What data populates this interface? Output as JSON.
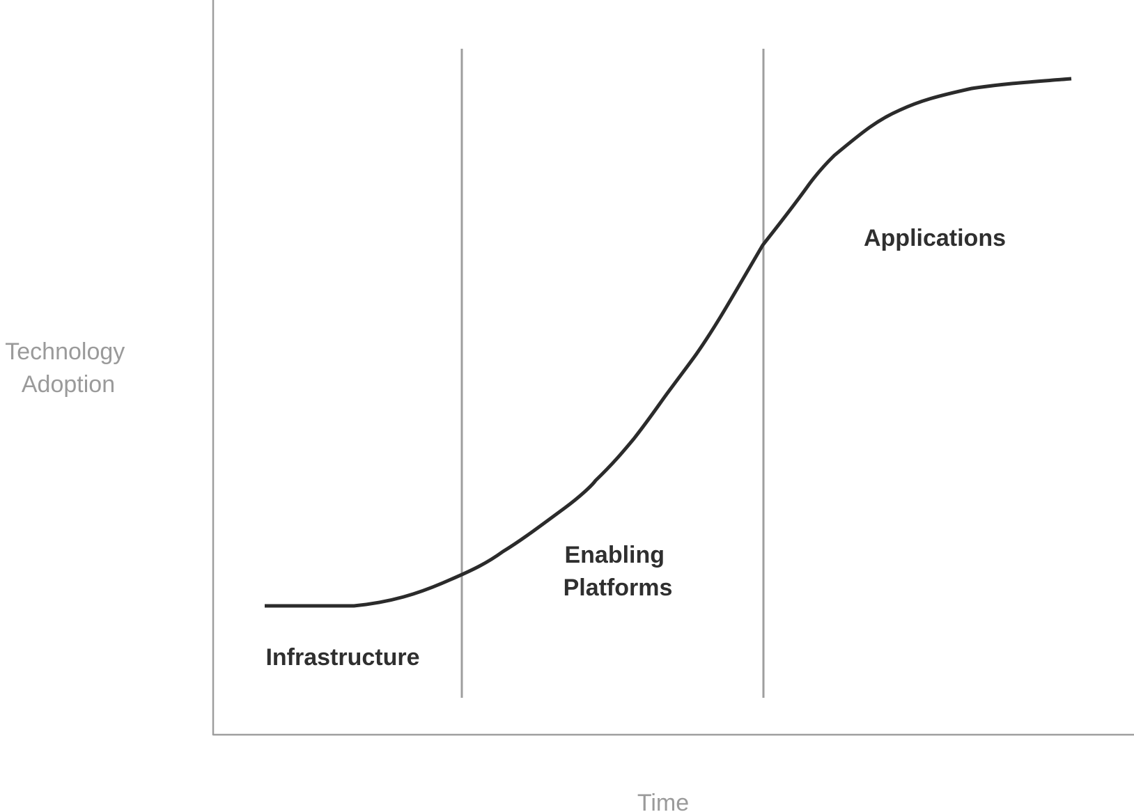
{
  "diagram": {
    "y_axis_title": [
      "Technology",
      "Adoption"
    ],
    "x_axis_title": "Time",
    "stages": [
      {
        "name": "infrastructure",
        "lines": [
          "Infrastructure"
        ]
      },
      {
        "name": "enabling-platforms",
        "lines": [
          "Enabling",
          "Platforms"
        ]
      },
      {
        "name": "applications",
        "lines": [
          "Applications"
        ]
      }
    ],
    "curve": "s-curve",
    "colors": {
      "curve": "#2b2b2b",
      "axis": "#9e9e9e",
      "divider": "#9e9e9e",
      "axis_text": "#9a9a9a",
      "label_text": "#2f2f2f",
      "background": "#ffffff"
    }
  }
}
